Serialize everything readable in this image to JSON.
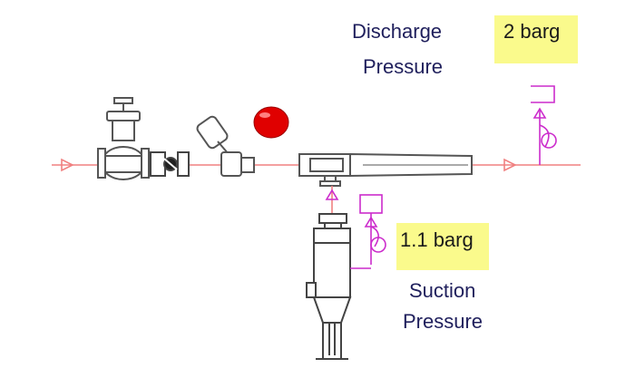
{
  "discharge": {
    "label_line1": "Discharge",
    "label_line2": "Pressure",
    "value": "2 barg"
  },
  "suction": {
    "label_line1": "Suction",
    "label_line2": "Pressure",
    "value": "1.1 barg"
  },
  "colors": {
    "pipe": "#f08080",
    "instrument": "#cc2ccc",
    "equipment": "#555555",
    "alarm": "#e00000",
    "highlight": "#fafa8c",
    "label_text": "#1f1f5c"
  }
}
